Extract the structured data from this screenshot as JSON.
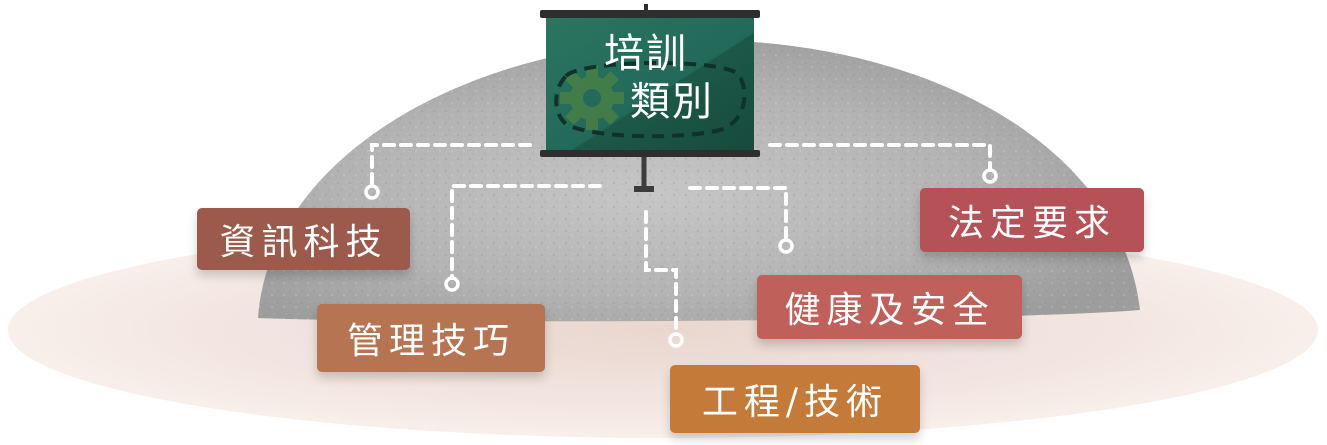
{
  "board": {
    "title_line1": "培訓",
    "title_line2": "類別"
  },
  "categories": [
    {
      "key": "it",
      "label": "資訊科技"
    },
    {
      "key": "management",
      "label": "管理技巧"
    },
    {
      "key": "engineering",
      "label": "工程/技術"
    },
    {
      "key": "health_safety",
      "label": "健康及安全"
    },
    {
      "key": "legal",
      "label": "法定要求"
    }
  ],
  "colors": {
    "board_green": "#1e5e4e",
    "it": "#9c5a4c",
    "management": "#b77452",
    "engineering": "#c47a38",
    "health_safety": "#c0605b",
    "legal": "#b55258",
    "dome": "#b8b8b8",
    "ground": "#f3e5df"
  }
}
